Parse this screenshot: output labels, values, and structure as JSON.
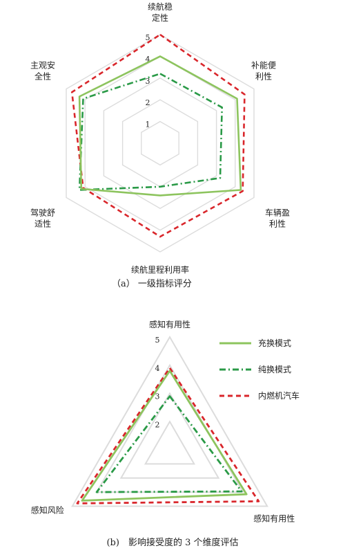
{
  "chart_data": [
    {
      "type": "radar",
      "caption": "（a） 一级指标评分",
      "axes": [
        [
          "续航稳",
          "定性"
        ],
        [
          "补能便",
          "利性"
        ],
        [
          "车辆盈",
          "利性"
        ],
        [
          "续航里程利用率"
        ],
        [
          "驾驶舒",
          "适性"
        ],
        [
          "主观安",
          "全性"
        ]
      ],
      "rlim": [
        0,
        5
      ],
      "ticks": [
        "1",
        "2",
        "3",
        "4",
        "5"
      ],
      "grid": true,
      "series": [
        {
          "name": "充换模式",
          "color": "#8dc45e",
          "style": "solid",
          "values": [
            4.0,
            4.1,
            4.3,
            2.4,
            4.2,
            4.3
          ]
        },
        {
          "name": "纯换模式",
          "color": "#2a9a47",
          "style": "dashdot",
          "values": [
            3.2,
            3.3,
            3.2,
            2.0,
            4.3,
            4.1
          ]
        },
        {
          "name": "内燃机汽车",
          "color": "#d9262b",
          "style": "dash",
          "values": [
            5.0,
            4.5,
            4.4,
            4.3,
            4.1,
            4.7
          ]
        }
      ]
    },
    {
      "type": "radar",
      "caption": "(b)　影响接受度的 3 个维度评估",
      "axes": [
        [
          "感知有用性"
        ],
        [
          "感知有用性"
        ],
        [
          "感知风险"
        ]
      ],
      "rlim": [
        1,
        5
      ],
      "ticks": [
        "2",
        "3",
        "4",
        "5"
      ],
      "grid": true,
      "series": [
        {
          "name": "充换模式",
          "color": "#8dc45e",
          "style": "solid",
          "values": [
            3.8,
            4.15,
            4.6
          ]
        },
        {
          "name": "纯换模式",
          "color": "#2a9a47",
          "style": "dashdot",
          "values": [
            2.9,
            3.95,
            4.0
          ]
        },
        {
          "name": "内燃机汽车",
          "color": "#d9262b",
          "style": "dash",
          "values": [
            3.9,
            4.65,
            4.8
          ]
        }
      ]
    }
  ],
  "legend": {
    "position": "right",
    "items": [
      "充换模式",
      "纯换模式",
      "内燃机汽车"
    ]
  }
}
